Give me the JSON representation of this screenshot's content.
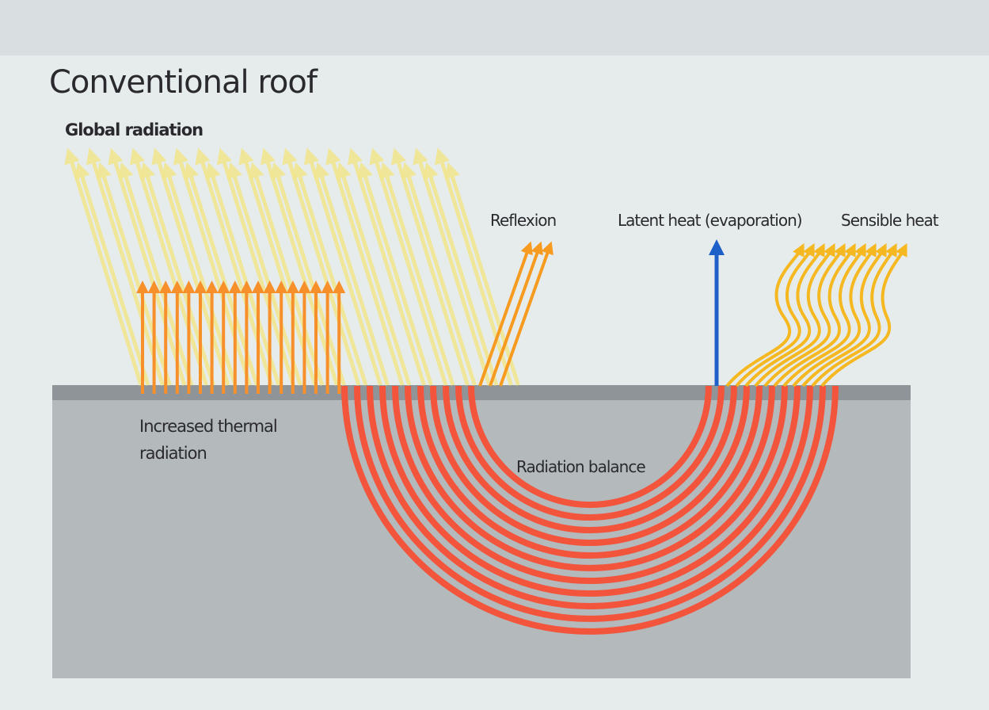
{
  "slide": {
    "title": "Conventional roof",
    "labels": {
      "global_radiation": "Global radiation",
      "reflexion": "Reflexion",
      "latent_heat": "Latent heat (evaporation)",
      "sensible_heat": "Sensible heat",
      "thermal_line1": "Increased thermal",
      "thermal_line2": "radiation",
      "radiation_balance": "Radiation balance"
    }
  },
  "diagram": {
    "global_radiation_rays": 36,
    "thermal_arrows": 18,
    "reflexion_arrows": 3,
    "latent_heat_arrows": 1,
    "sensible_heat_curves": 11,
    "radiation_balance_arcs": 11,
    "colors": {
      "global_radiation": "#f2e68c",
      "thermal": "#f7902a",
      "reflexion": "#f79a20",
      "latent": "#1f5fc8",
      "sensible": "#f6b820",
      "balance": "#f2553c",
      "roof_body": "#b4b9bc",
      "roof_surface": "#8e9497",
      "background": "#e4eaea"
    }
  }
}
